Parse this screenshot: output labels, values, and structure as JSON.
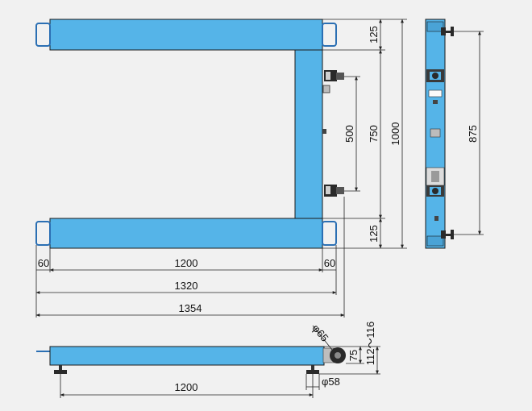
{
  "colors": {
    "background": "#f1f1f1",
    "frame_fill": "#55b4e8",
    "frame_stroke": "#1a1a1a",
    "dim_line": "#222222",
    "handle": "#2b6fb3",
    "hardware": "#2a2a2a"
  },
  "top_view": {
    "dims": {
      "end_left": "60",
      "span_inner": "1200",
      "end_right": "60",
      "overall_frame": "1320",
      "overall_with_wheels": "1354",
      "beam_width_top": "125",
      "beam_width_bottom": "125",
      "inner_gap": "750",
      "caster_spacing": "500",
      "overall_depth": "1000"
    }
  },
  "side_view": {
    "dims": {
      "height": "875"
    }
  },
  "front_view": {
    "dims": {
      "wheel_dia": "φ65",
      "wheel_height": "75",
      "height_range": "112〜116",
      "foot_dia": "φ58",
      "foot_span": "1200"
    }
  }
}
